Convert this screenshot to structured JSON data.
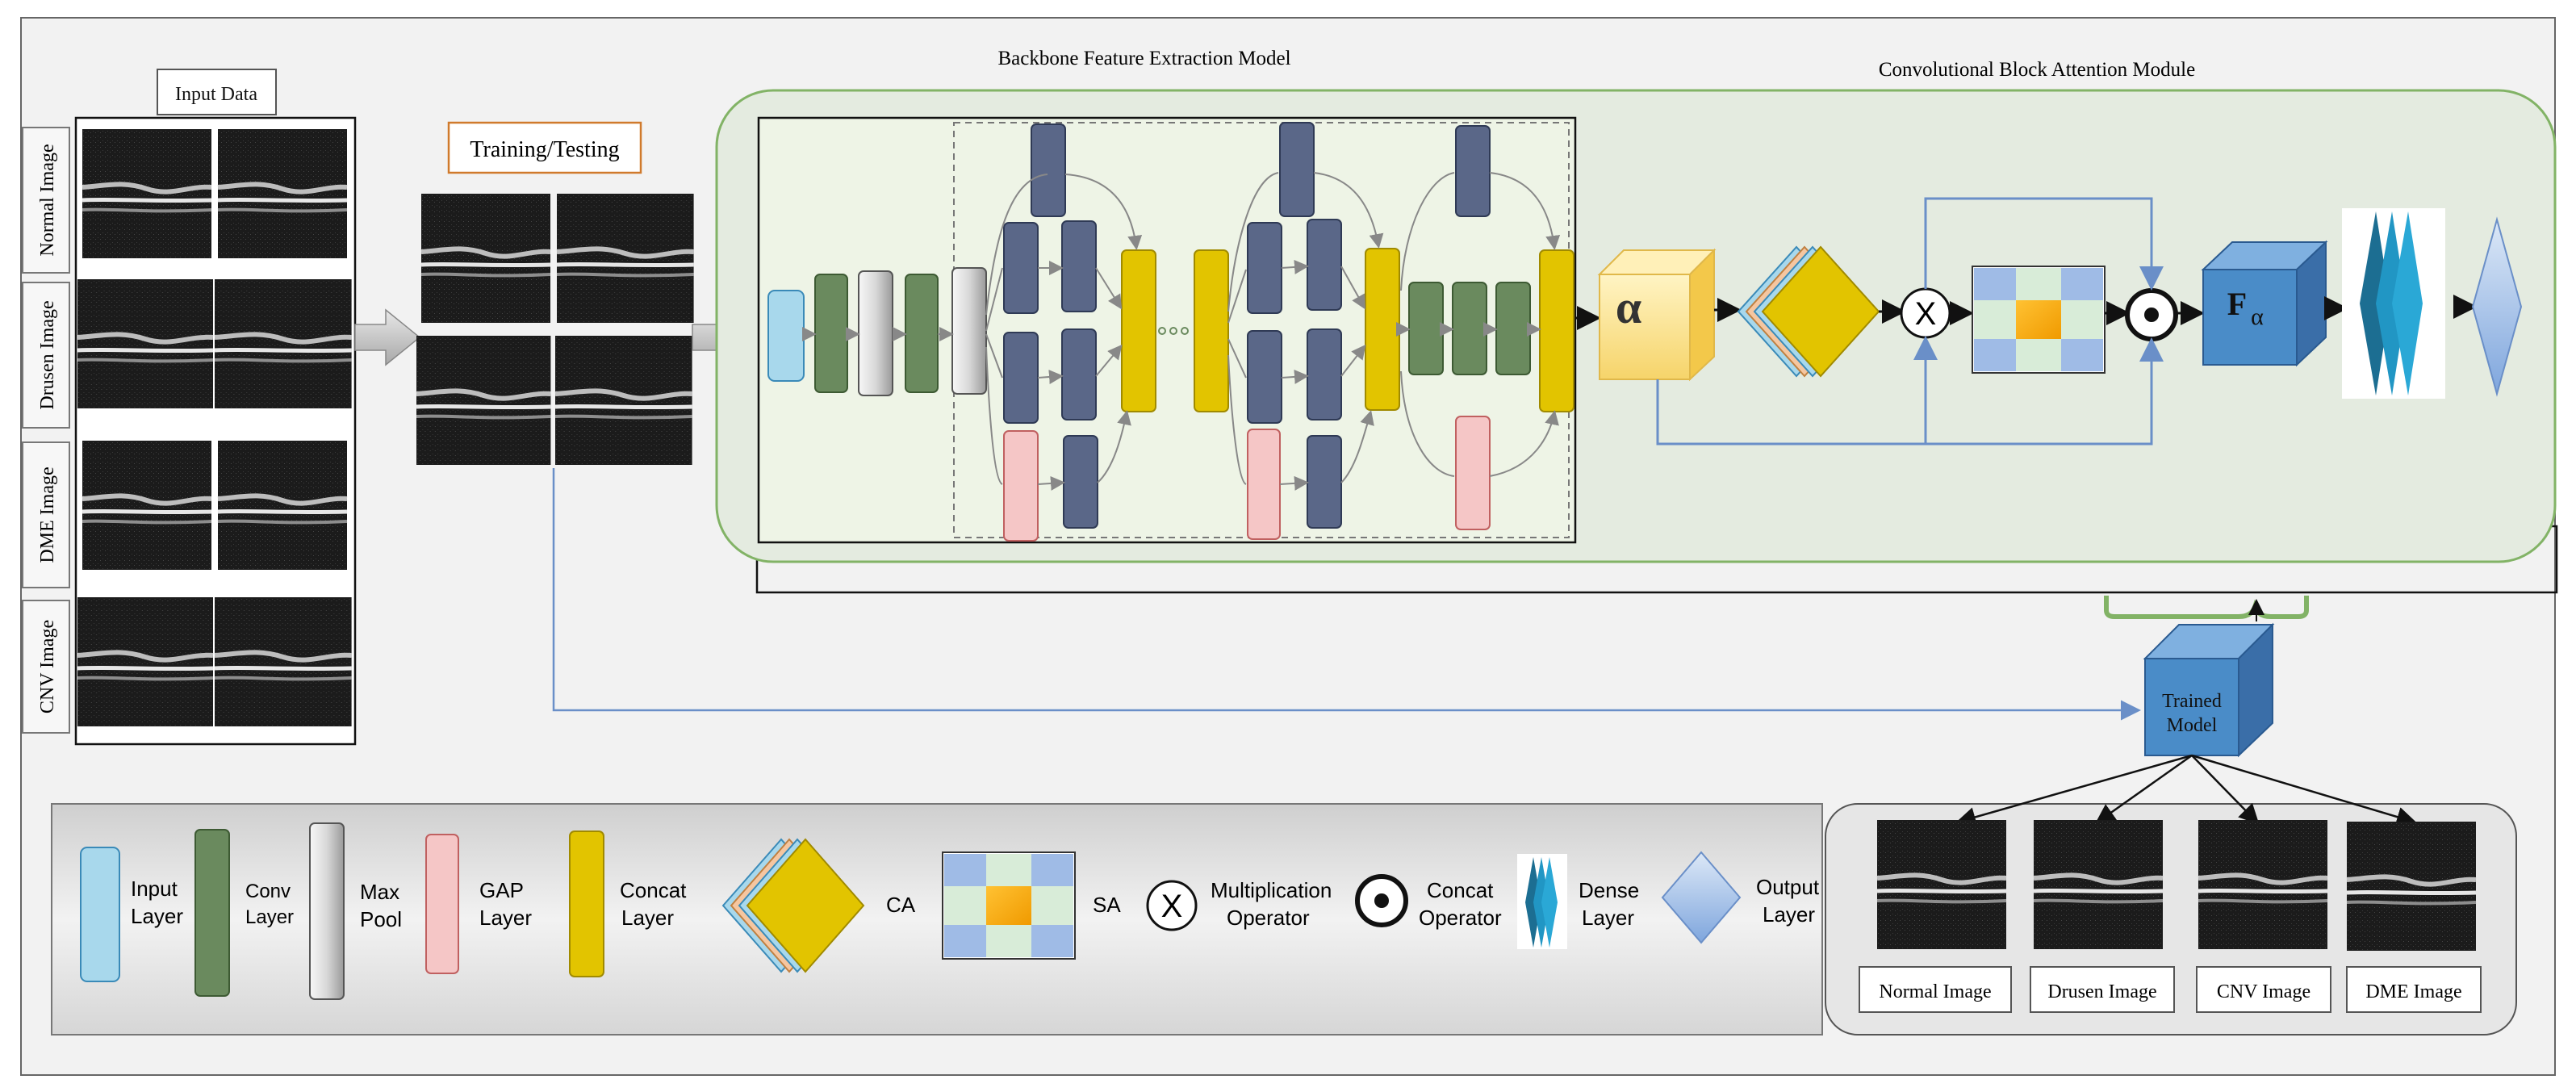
{
  "input_panel": {
    "title": "Input Data",
    "classes": [
      "Normal Image",
      "Drusen Image",
      "DME Image",
      "CNV Image"
    ]
  },
  "training": {
    "label": "Training/Testing"
  },
  "backbone": {
    "title": "Backbone Feature Extraction Model"
  },
  "cbam": {
    "title": "Convolutional Block Attention Module",
    "alpha_symbol": "α",
    "multiply_symbol": "X",
    "output_symbol": "F",
    "output_subscript": "α"
  },
  "trained_model": {
    "line1": "Trained",
    "line2": "Model"
  },
  "legend": {
    "input": [
      "Input",
      "Layer"
    ],
    "conv": [
      "Conv",
      "Layer"
    ],
    "maxpool": [
      "Max",
      "Pool"
    ],
    "gap": [
      "GAP",
      "Layer"
    ],
    "concat": [
      "Concat",
      "Layer"
    ],
    "ca": "CA",
    "sa": "SA",
    "multiplication": [
      "Multiplication",
      "Operator"
    ],
    "concat_operator": [
      "Concat",
      "Operator"
    ],
    "dense": [
      "Dense",
      "Layer"
    ],
    "output": [
      "Output",
      "Layer"
    ]
  },
  "outputs": {
    "labels": [
      "Normal Image",
      "Drusen Image",
      "CNV Image",
      "DME Image"
    ]
  },
  "colors": {
    "input_layer": "#a8d8ec",
    "conv_layer": "#6a8a5e",
    "max_pool": "#d9d9d9",
    "gap_layer": "#f5c6c6",
    "concat_layer": "#e2c400",
    "blue_block": "#5a6788",
    "cube_blue": "#4a8cc8",
    "green_outline": "#82b366",
    "orange_box": "#d07a2c"
  }
}
